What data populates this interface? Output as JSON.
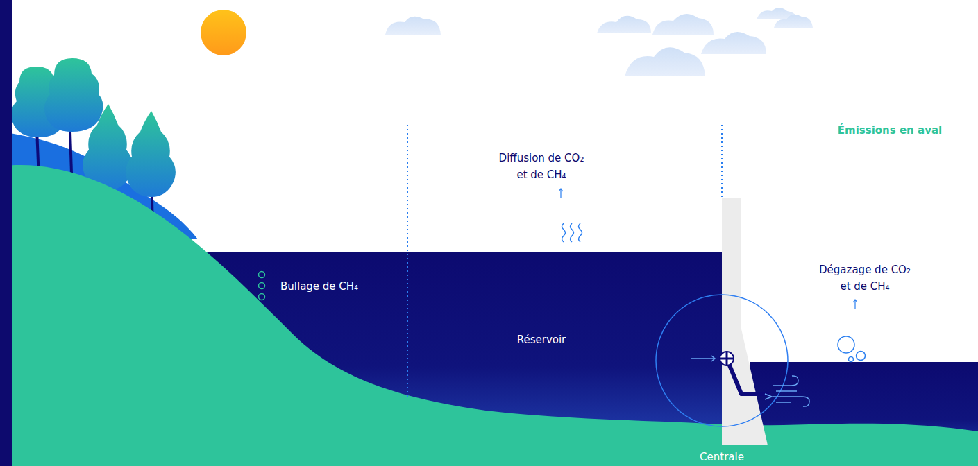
{
  "diagram": {
    "labels": [
      "Émissions en aval",
      "Diffusion de CO₂ et de CH₄",
      "Bullage de CH₄",
      "Dégazage de CO₂ et de CH₄",
      "Réservoir",
      "Centrale"
    ]
  }
}
